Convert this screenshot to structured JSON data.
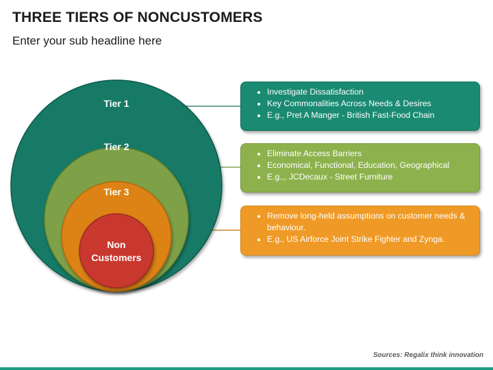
{
  "title": "THREE TIERS OF NONCUSTOMERS",
  "subtitle": "Enter your sub headline here",
  "tiers": [
    {
      "label": "Tier 1",
      "color": "#167a66",
      "bullets": [
        "Investigate Dissatisfaction",
        "Key Commonalities Across Needs & Desires",
        "E.g., Pret A Manger - British Fast-Food Chain"
      ]
    },
    {
      "label": "Tier 2",
      "color": "#7ea146",
      "bullets": [
        "Eliminate Access Barriers",
        "Economical, Functional, Education, Geographical",
        "E.g.,, JCDecaux - Street Furniture"
      ]
    },
    {
      "label": "Tier 3",
      "color": "#dd8316",
      "bullets": [
        "Remove long-held assumptions on customer needs & behaviour.",
        "E.g., US Airforce Joint Strike Fighter and Zynga."
      ]
    }
  ],
  "core": {
    "line1": "Non",
    "line2": "Customers",
    "color": "#c8392e"
  },
  "source": "Sources: Regalix think innovation"
}
